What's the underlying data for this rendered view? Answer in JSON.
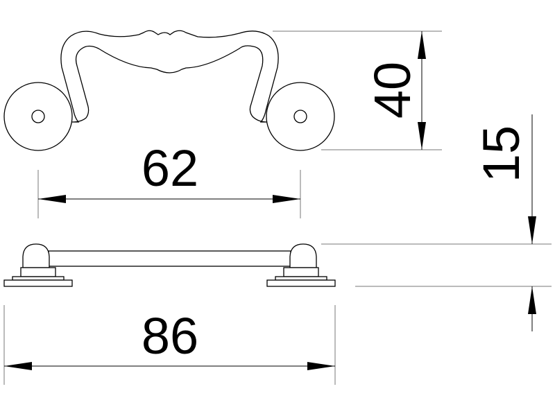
{
  "drawing": {
    "dimensions": {
      "height_top_view": "40",
      "hole_spacing": "62",
      "projection_side_view": "15",
      "overall_length": "86"
    },
    "colors": {
      "line": "#000000",
      "extension": "#777777",
      "background": "#ffffff"
    }
  }
}
